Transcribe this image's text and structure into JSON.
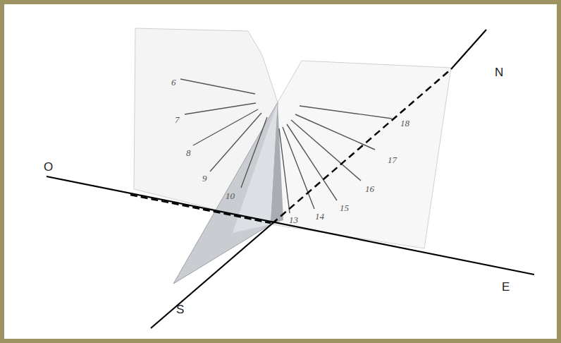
{
  "diagram": {
    "labels": [
      "6",
      "7",
      "8",
      "9",
      "10",
      "13",
      "14",
      "15",
      "16",
      "17",
      "18",
      "O",
      "E",
      "S",
      "N"
    ]
  }
}
